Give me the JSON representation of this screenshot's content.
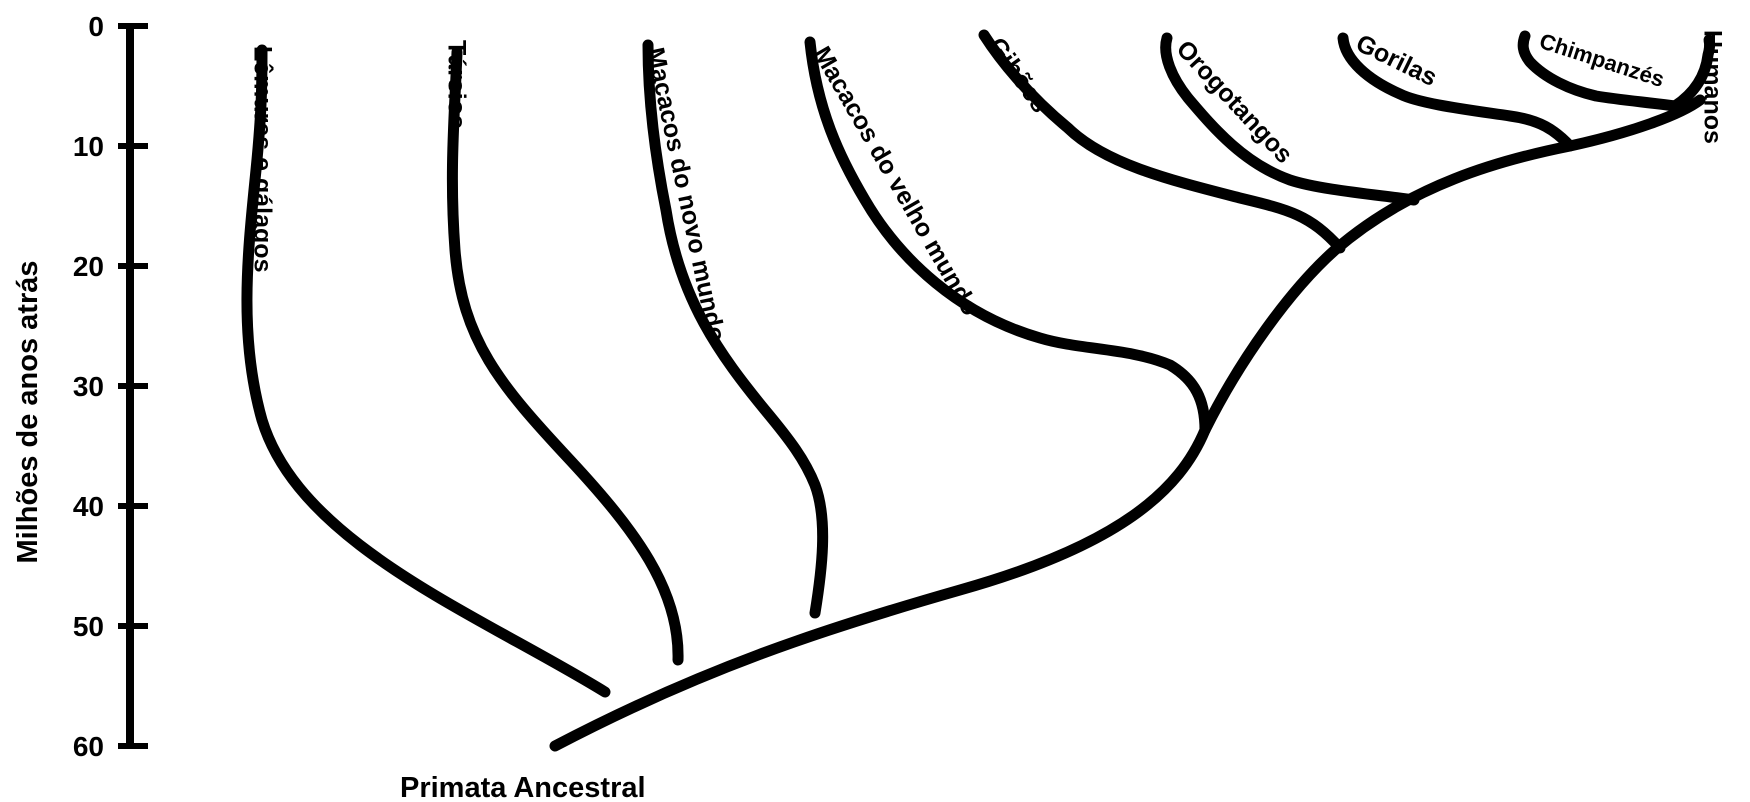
{
  "axis": {
    "title": "Milhões de anos atrás",
    "ticks": [
      "0",
      "10",
      "20",
      "30",
      "40",
      "50",
      "60"
    ]
  },
  "root_label": "Primata Ancestral",
  "taxa": [
    {
      "name": "Lêmures e gálagos",
      "diverged_mya": 56
    },
    {
      "name": "Társios",
      "diverged_mya": 53
    },
    {
      "name": "Macacos do novo mundo",
      "diverged_mya": 49
    },
    {
      "name": "Macacos do velho mundo",
      "diverged_mya": 33
    },
    {
      "name": "Gibões",
      "diverged_mya": 18
    },
    {
      "name": "Orogotangos",
      "diverged_mya": 14
    },
    {
      "name": "Gorilas",
      "diverged_mya": 9
    },
    {
      "name": "Chimpanzés",
      "diverged_mya": 6
    },
    {
      "name": "Humanos",
      "diverged_mya": 6
    }
  ]
}
